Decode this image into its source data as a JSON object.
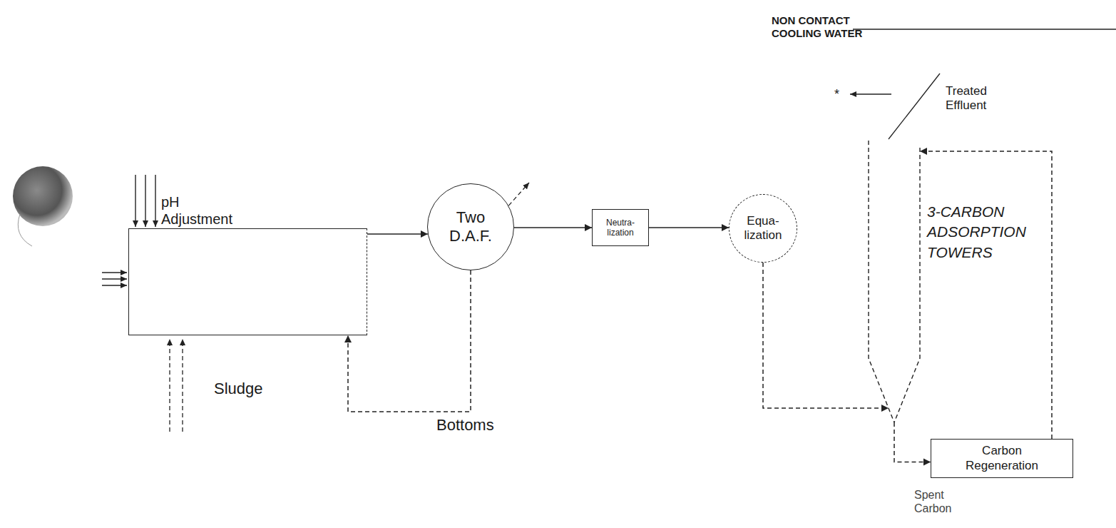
{
  "diagram": {
    "nodes": [
      {
        "text": [
          "pH Adjustment"
        ]
      },
      {
        "text": [
          "Two D.A.F."
        ]
      },
      {
        "text": [
          "Neutra- lization"
        ]
      },
      {
        "text": [
          "Equa- lization"
        ]
      },
      {
        "text": [
          "3-CARBON ADSORPTION TOWERS"
        ]
      },
      {
        "text": [
          "Carbon Regeneration"
        ]
      }
    ],
    "edges": [
      {
        "from": 0,
        "to": 1,
        "arrow": "to"
      },
      {
        "from": 1,
        "to": 0,
        "label": "Bottoms",
        "arrow": "to"
      },
      {
        "from": 1,
        "to": 2,
        "arrow": "to"
      },
      {
        "from": 2,
        "to": 3,
        "arrow": "to"
      },
      {
        "from": 3,
        "to": 4,
        "arrow": "to"
      },
      {
        "from": 4,
        "to": 5,
        "label": "Spent Carbon",
        "arrow": "to"
      },
      {
        "from": 5,
        "to": 4,
        "arrow": "to"
      }
    ],
    "labels": [
      "NON CONTACT COOLING WATER",
      "Treated Effluent",
      "*",
      "Sludge"
    ]
  }
}
